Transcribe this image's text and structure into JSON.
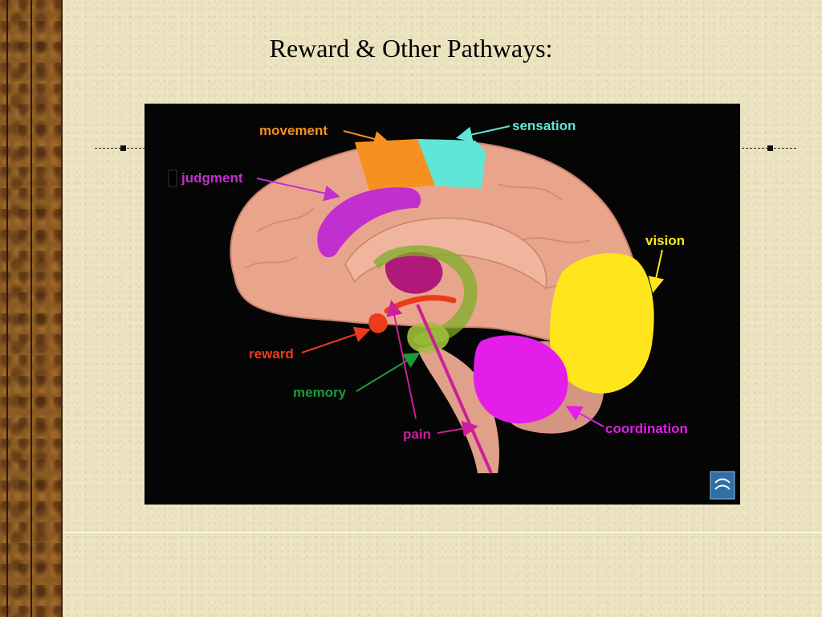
{
  "slide": {
    "title": "Reward & Other Pathways:"
  },
  "diagram": {
    "labels": {
      "movement": "movement",
      "sensation": "sensation",
      "judgment": "judgment",
      "vision": "vision",
      "reward": "reward",
      "memory": "memory",
      "pain": "pain",
      "coordination": "coordination"
    },
    "colors": {
      "movement": "#f7901e",
      "sensation": "#5fe6d6",
      "judgment": "#c22fcf",
      "vision": "#ffe51c",
      "reward": "#ec3b1c",
      "memory": "#1c9a3a",
      "pain": "#cc1f9a",
      "coordination": "#e21ee8",
      "brain": "#e9a58c",
      "panel": "#050505"
    },
    "logo_icon": "publisher-logo-icon"
  }
}
